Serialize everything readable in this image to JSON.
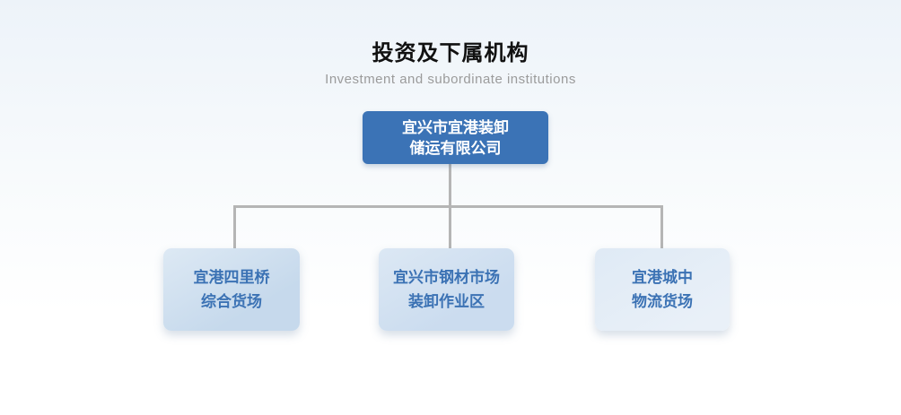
{
  "page": {
    "title": "投资及下属机构",
    "subtitle": "Investment and subordinate institutions"
  },
  "colors": {
    "root_box_bg": "#3b73b6",
    "root_box_text": "#ffffff",
    "child_box_bg": "#c9dbee",
    "child_box_bg_light": "#e5eef7",
    "child_box_text": "#3b72b4",
    "connector_line": "#b5b5b5",
    "title_text": "#111111",
    "subtitle_text": "#9b9b9b",
    "background_top": "#edf3f9",
    "background_bottom": "#ffffff"
  },
  "org_chart": {
    "root": {
      "name": "宜兴市宜港装卸储运有限公司",
      "line1": "宜兴市宜港装卸",
      "line2": "储运有限公司"
    },
    "children": [
      {
        "name": "宜港四里桥综合货场",
        "line1": "宜港四里桥",
        "line2": "综合货场"
      },
      {
        "name": "宜兴市钢材市场装卸作业区",
        "line1": "宜兴市钢材市场",
        "line2": "装卸作业区"
      },
      {
        "name": "宜港城中物流货场",
        "line1": "宜港城中",
        "line2": "物流货场"
      }
    ]
  }
}
